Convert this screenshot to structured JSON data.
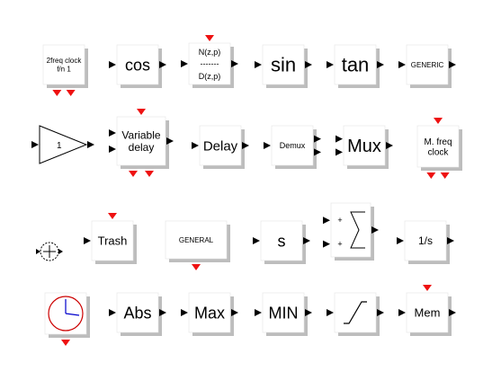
{
  "palette": {
    "block_fill": "#ffffff",
    "block_shadow": "#bdbdbd",
    "port_in": "#000000",
    "event_port": "#ee1111",
    "clock_face": "#cc0000",
    "clock_hands": "#0000cc"
  },
  "blocks": [
    {
      "id": "freq-clock",
      "name": "block-2freq-clock",
      "icon": "box",
      "lines": [
        "2freq clock",
        "f/n     1"
      ]
    },
    {
      "id": "cos",
      "name": "block-cos",
      "icon": "box",
      "lines": [
        "cos"
      ]
    },
    {
      "id": "dlr",
      "name": "block-discrete-transfer",
      "icon": "fraction",
      "lines": [
        "N(z,p)",
        "-------",
        "D(z,p)"
      ]
    },
    {
      "id": "sin",
      "name": "block-sin",
      "icon": "box",
      "lines": [
        "sin"
      ]
    },
    {
      "id": "tan",
      "name": "block-tan",
      "icon": "box",
      "lines": [
        "tan"
      ]
    },
    {
      "id": "generic",
      "name": "block-generic",
      "icon": "box",
      "lines": [
        "GENERIC"
      ]
    },
    {
      "id": "gain",
      "name": "block-gain",
      "icon": "triangle",
      "lines": [
        "1"
      ]
    },
    {
      "id": "vardelay",
      "name": "block-variable-delay",
      "icon": "box",
      "lines": [
        "Variable",
        "delay"
      ]
    },
    {
      "id": "delay",
      "name": "block-delay",
      "icon": "box",
      "lines": [
        "Delay"
      ]
    },
    {
      "id": "demux",
      "name": "block-demux",
      "icon": "box",
      "lines": [
        "Demux"
      ]
    },
    {
      "id": "mux",
      "name": "block-mux",
      "icon": "box",
      "lines": [
        "Mux"
      ]
    },
    {
      "id": "mfreq",
      "name": "block-m-freq-clock",
      "icon": "box",
      "lines": [
        "M. freq",
        "clock"
      ]
    },
    {
      "id": "sumcircle",
      "name": "block-summation-circle",
      "icon": "sumcircle",
      "lines": []
    },
    {
      "id": "trash",
      "name": "block-trash",
      "icon": "box",
      "lines": [
        "Trash"
      ]
    },
    {
      "id": "general",
      "name": "block-general",
      "icon": "box",
      "lines": [
        "GENERAL"
      ]
    },
    {
      "id": "deriv",
      "name": "block-derivative",
      "icon": "box",
      "lines": [
        "s"
      ]
    },
    {
      "id": "sum",
      "name": "block-summation",
      "icon": "sigma",
      "lines": [
        "+",
        "+"
      ]
    },
    {
      "id": "integ",
      "name": "block-integrator",
      "icon": "box",
      "lines": [
        "1/s"
      ]
    },
    {
      "id": "clock",
      "name": "block-clock",
      "icon": "clock",
      "lines": []
    },
    {
      "id": "abs",
      "name": "block-abs",
      "icon": "box",
      "lines": [
        "Abs"
      ]
    },
    {
      "id": "max",
      "name": "block-max",
      "icon": "box",
      "lines": [
        "Max"
      ]
    },
    {
      "id": "min",
      "name": "block-min",
      "icon": "box",
      "lines": [
        "MIN"
      ]
    },
    {
      "id": "sat",
      "name": "block-saturation",
      "icon": "saturation",
      "lines": []
    },
    {
      "id": "mem",
      "name": "block-memory",
      "icon": "box",
      "lines": [
        "Mem"
      ]
    }
  ]
}
